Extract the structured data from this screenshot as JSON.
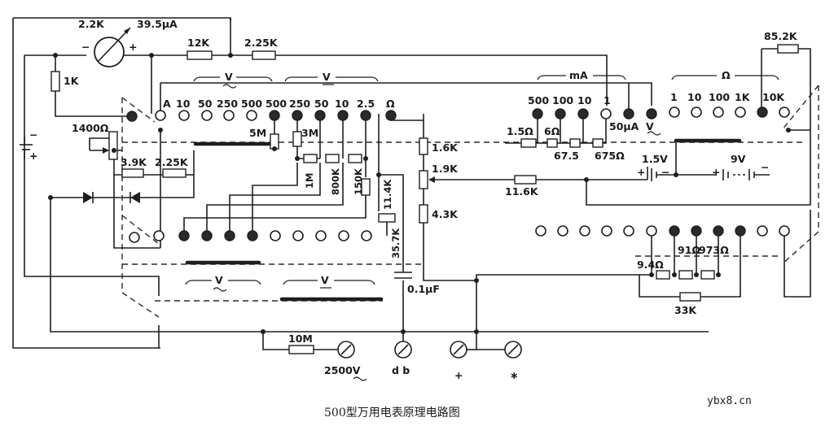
{
  "caption": "500型万用电表原理电路图",
  "watermark": "ybx8.cn",
  "meter": {
    "resistance": "2.2K",
    "sensitivity": "39.5μA",
    "minus": "−",
    "plus": "+"
  },
  "top_resistors": {
    "r12k": "12K",
    "r225k": "2.25K",
    "r1k": "1K",
    "r852k": "85.2K"
  },
  "left_block": {
    "pot": "1400Ω",
    "r39k": "3.9K",
    "r225k": "2.25K",
    "batt_minus": "−",
    "batt_plus": "+"
  },
  "range_headers": {
    "acv": "V",
    "dcv": "V",
    "ma": "mA",
    "ohm": "Ω",
    "acv_bottom": "V",
    "dcv_bottom": "V"
  },
  "volt_ranges": [
    "A",
    "10",
    "50",
    "250",
    "500",
    "500",
    "250",
    "50",
    "10",
    "2.5",
    "Ω"
  ],
  "ma_ranges": [
    "500",
    "100",
    "10",
    "1",
    "50μA",
    "V"
  ],
  "ohm_ranges": [
    "1",
    "10",
    "100",
    "1K",
    "10K"
  ],
  "volt_resistors": {
    "r5m": "5M",
    "r3m": "3M",
    "r1m": "1M",
    "r800k": "800K",
    "r150k": "150K",
    "r114k": "11.4K",
    "r357k": "35.7K"
  },
  "ohm_resistors": {
    "r16k": "1.6K",
    "r19k": "1.9K",
    "r43k": "4.3K",
    "r116k": "11.6K"
  },
  "shunts": {
    "r15": "1.5Ω",
    "r6": "6Ω",
    "r675a": "67.5",
    "r675b": "675Ω"
  },
  "batteries": {
    "b15": "1.5V",
    "b9": "9V",
    "p1": "+",
    "m1": "−",
    "p2": "+",
    "m2": "−"
  },
  "right_lower": {
    "r94": "9.4Ω",
    "r91": "91Ω",
    "r973": "973Ω",
    "r33k": "33K"
  },
  "capacitor": "0.1μF",
  "bottom": {
    "r10m": "10M",
    "t2500": "2500V",
    "tdb": "d b",
    "tplus": "+",
    "tstar": "∗"
  }
}
